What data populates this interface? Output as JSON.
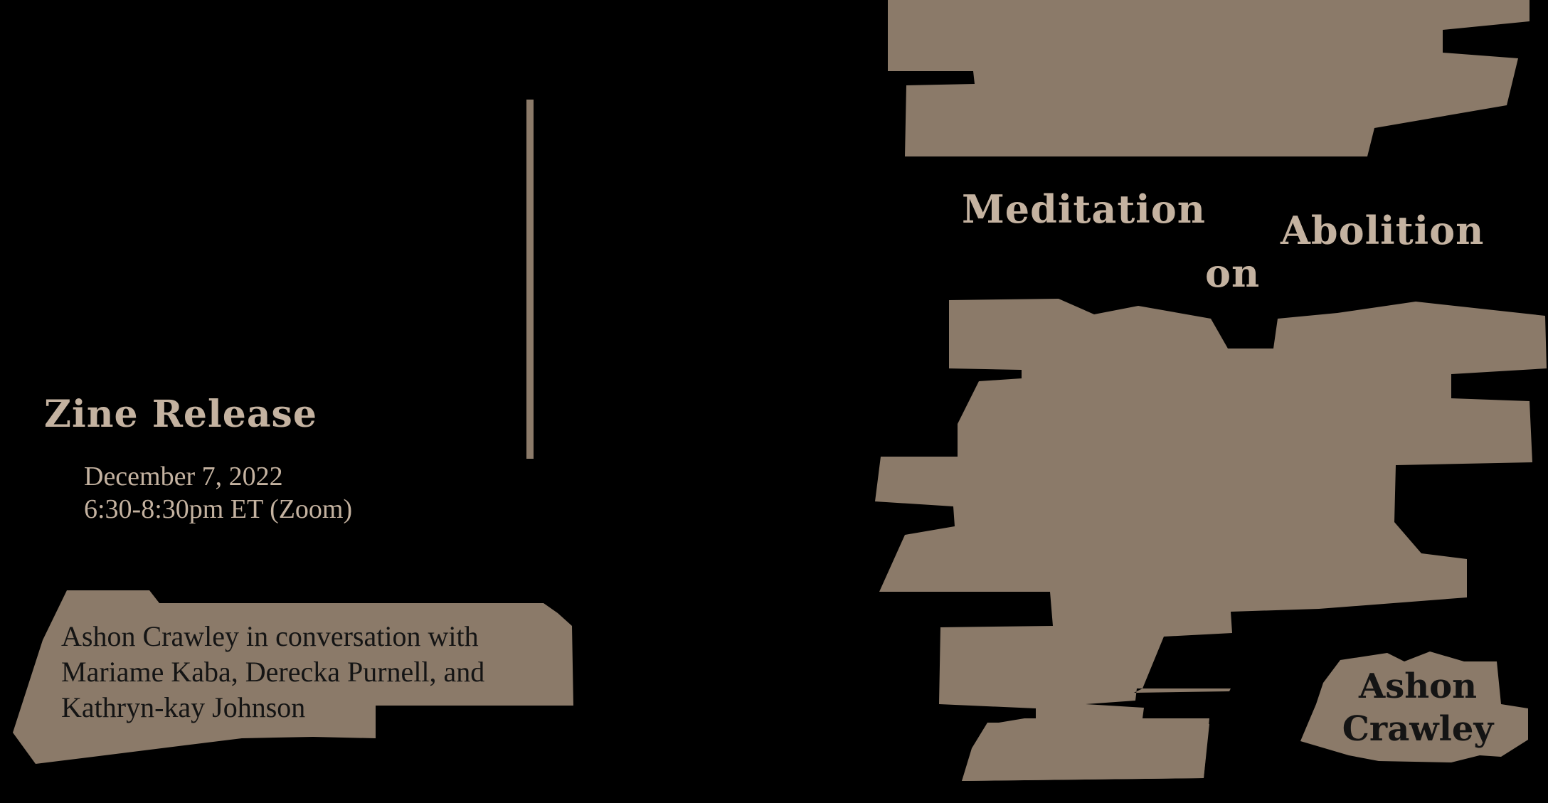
{
  "colors": {
    "background": "#000000",
    "paper": "#8b7a69",
    "light_text": "#c4b2a0",
    "dark_text": "#141414"
  },
  "event": {
    "heading": "Zine Release",
    "date": "December 7, 2022",
    "time": "6:30-8:30pm ET (Zoom)",
    "conversation_lines": [
      "Ashon Crawley in conversation with",
      "Mariame Kaba, Derecka Purnell, and",
      "Kathryn-kay Johnson"
    ]
  },
  "zine": {
    "title_words": [
      "Meditation",
      "on",
      "Abolition"
    ],
    "author_lines": [
      "Ashon",
      "Crawley"
    ]
  }
}
